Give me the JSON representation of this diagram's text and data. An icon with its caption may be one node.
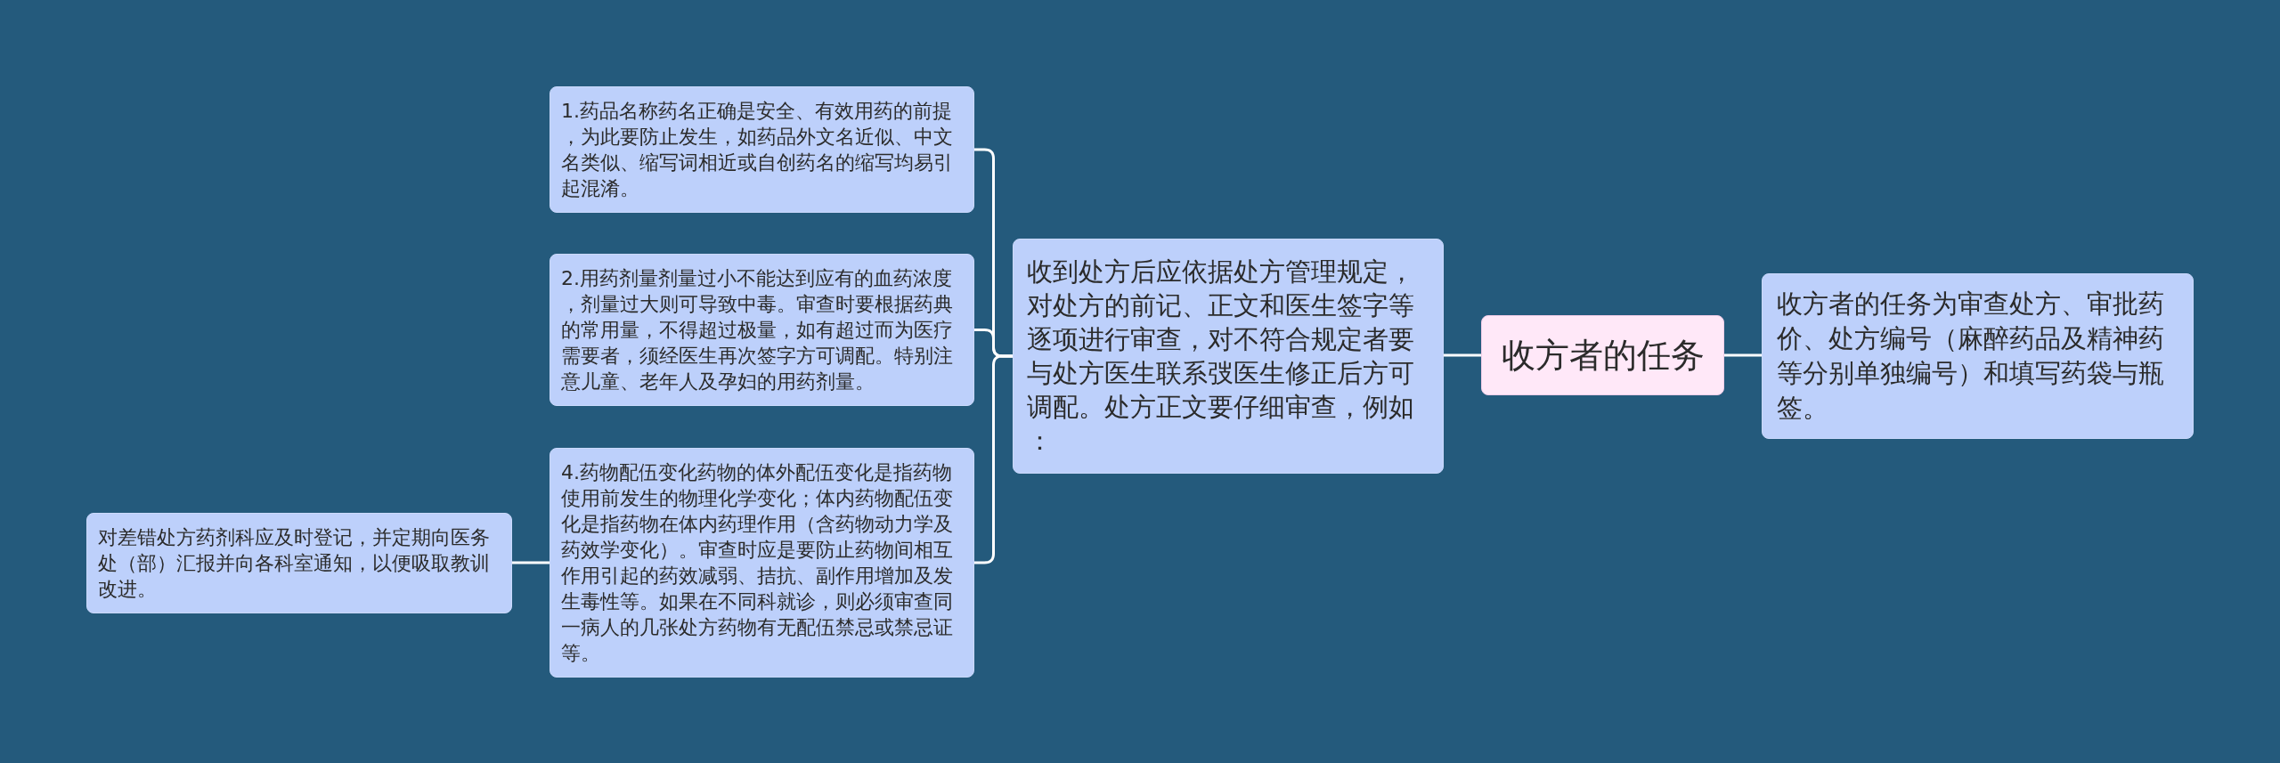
{
  "diagram": {
    "nodes": [
      {
        "text": [
          "收方者的任务"
        ]
      },
      {
        "text": [
          "收方者的任务为审查处方、审批药价、处方编号（麻醉药品及精神药等分别单独编号）和填写药袋与瓶签。"
        ]
      },
      {
        "text": [
          "收到处方后应依据处方管理规定，对处方的前记、正文和医生签字等逐项进行审查，对不符合规定者要与处方医生联系弢医生修正后方可调配。处方正文要仔细审查，例如："
        ]
      },
      {
        "text": [
          "1.药品名称药名正确是安全、有效用药的前提，为此要防止发生，如药品外文名近似、中文名类似、缩写词相近或自创药名的缩写均易引起混淆。"
        ]
      },
      {
        "text": [
          "2.用药剂量剂量过小不能达到应有的血药浓度，剂量过大则可导致中毒。审查时要根据药典的常用量，不得超过极量，如有超过而为医疗需要者，须经医生再次签字方可调配。特别注意儿童、老年人及孕妇的用药剂量。"
        ]
      },
      {
        "text": [
          "4.药物配伍变化药物的体外配伍变化是指药物使用前发生的物理化学变化；体内药物配伍变化是指药物在体内药理作用（含药物动力学及药效学变化）。审查时应是要防止药物间相互作用引起的药效减弱、拮抗、副作用增加及发生毒性等。如果在不同科就诊，则必须审查同一病人的几张处方药物有无配伍禁忌或禁忌证等。"
        ]
      },
      {
        "text": [
          "对差错处方药剂科应及时登记，并定期向医务处（部）汇报并向各科室通知，以便吸取教训改进。"
        ]
      }
    ],
    "edges": [
      {
        "from": 0,
        "to": 1,
        "arrow": "none"
      },
      {
        "from": 0,
        "to": 2,
        "arrow": "none"
      },
      {
        "from": 2,
        "to": 3,
        "arrow": "none"
      },
      {
        "from": 2,
        "to": 4,
        "arrow": "none"
      },
      {
        "from": 2,
        "to": 5,
        "arrow": "none"
      },
      {
        "from": 5,
        "to": 6,
        "arrow": "none"
      }
    ]
  }
}
